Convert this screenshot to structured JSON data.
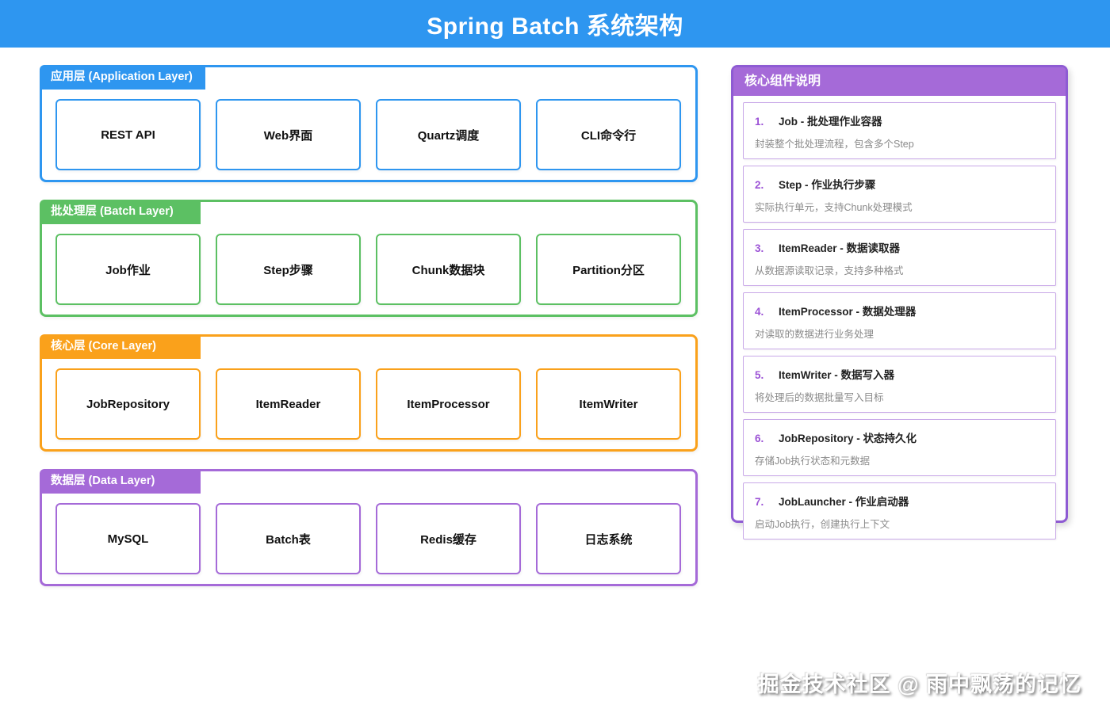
{
  "header": {
    "title": "Spring Batch 系统架构",
    "bg_color": "#2E96F0"
  },
  "layers": [
    {
      "label": "应用层 (Application Layer)",
      "color": "#2E96F0",
      "boxes": [
        "REST API",
        "Web界面",
        "Quartz调度",
        "CLI命令行"
      ]
    },
    {
      "label": "批处理层 (Batch Layer)",
      "color": "#5CC063",
      "boxes": [
        "Job作业",
        "Step步骤",
        "Chunk数据块",
        "Partition分区"
      ]
    },
    {
      "label": "核心层 (Core Layer)",
      "color": "#FAA11B",
      "boxes": [
        "JobRepository",
        "ItemReader",
        "ItemProcessor",
        "ItemWriter"
      ]
    },
    {
      "label": "数据层 (Data Layer)",
      "color": "#A56AD8",
      "boxes": [
        "MySQL",
        "Batch表",
        "Redis缓存",
        "日志系统"
      ]
    }
  ],
  "panel": {
    "title": "核心组件说明",
    "border_color": "#8E5BD3",
    "header_color": "#A56AD8",
    "items": [
      {
        "num": "1.",
        "title": "Job - 批处理作业容器",
        "desc": "封装整个批处理流程，包含多个Step"
      },
      {
        "num": "2.",
        "title": "Step - 作业执行步骤",
        "desc": "实际执行单元，支持Chunk处理模式"
      },
      {
        "num": "3.",
        "title": "ItemReader - 数据读取器",
        "desc": "从数据源读取记录，支持多种格式"
      },
      {
        "num": "4.",
        "title": "ItemProcessor - 数据处理器",
        "desc": "对读取的数据进行业务处理"
      },
      {
        "num": "5.",
        "title": "ItemWriter - 数据写入器",
        "desc": "将处理后的数据批量写入目标"
      },
      {
        "num": "6.",
        "title": "JobRepository - 状态持久化",
        "desc": "存储Job执行状态和元数据"
      },
      {
        "num": "7.",
        "title": "JobLauncher - 作业启动器",
        "desc": "启动Job执行，创建执行上下文"
      }
    ]
  },
  "watermark": "掘金技术社区 @ 雨中飘荡的记忆"
}
